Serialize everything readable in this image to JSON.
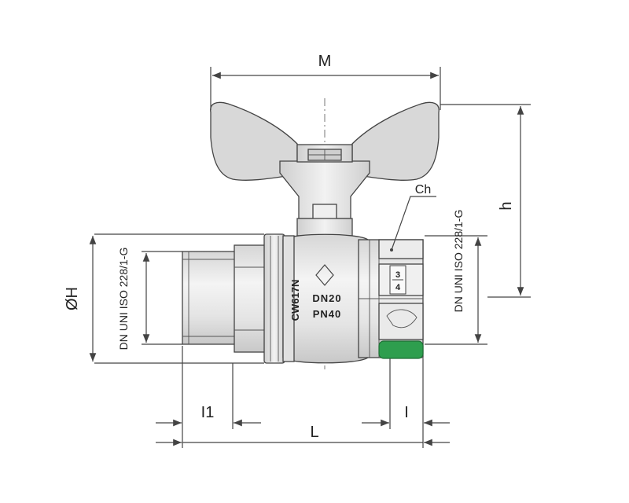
{
  "dimensions": {
    "M": "M",
    "h": "h",
    "OH": "ØH",
    "l1": "I1",
    "L": "L",
    "l": "I",
    "Ch": "Ch"
  },
  "standards": {
    "left": "DN UNI ISO 228/1-G",
    "right": "DN UNI ISO 228/1-G"
  },
  "body_marks": {
    "material": "CW617N",
    "dn": "DN20",
    "pn": "PN40",
    "frac_top": "3",
    "frac_bottom": "4"
  },
  "colors": {
    "line": "#444444",
    "body_fill": "#e8e8e8",
    "handle_fill": "#d8d8d8",
    "indicator_green": "#2e9e4e"
  }
}
